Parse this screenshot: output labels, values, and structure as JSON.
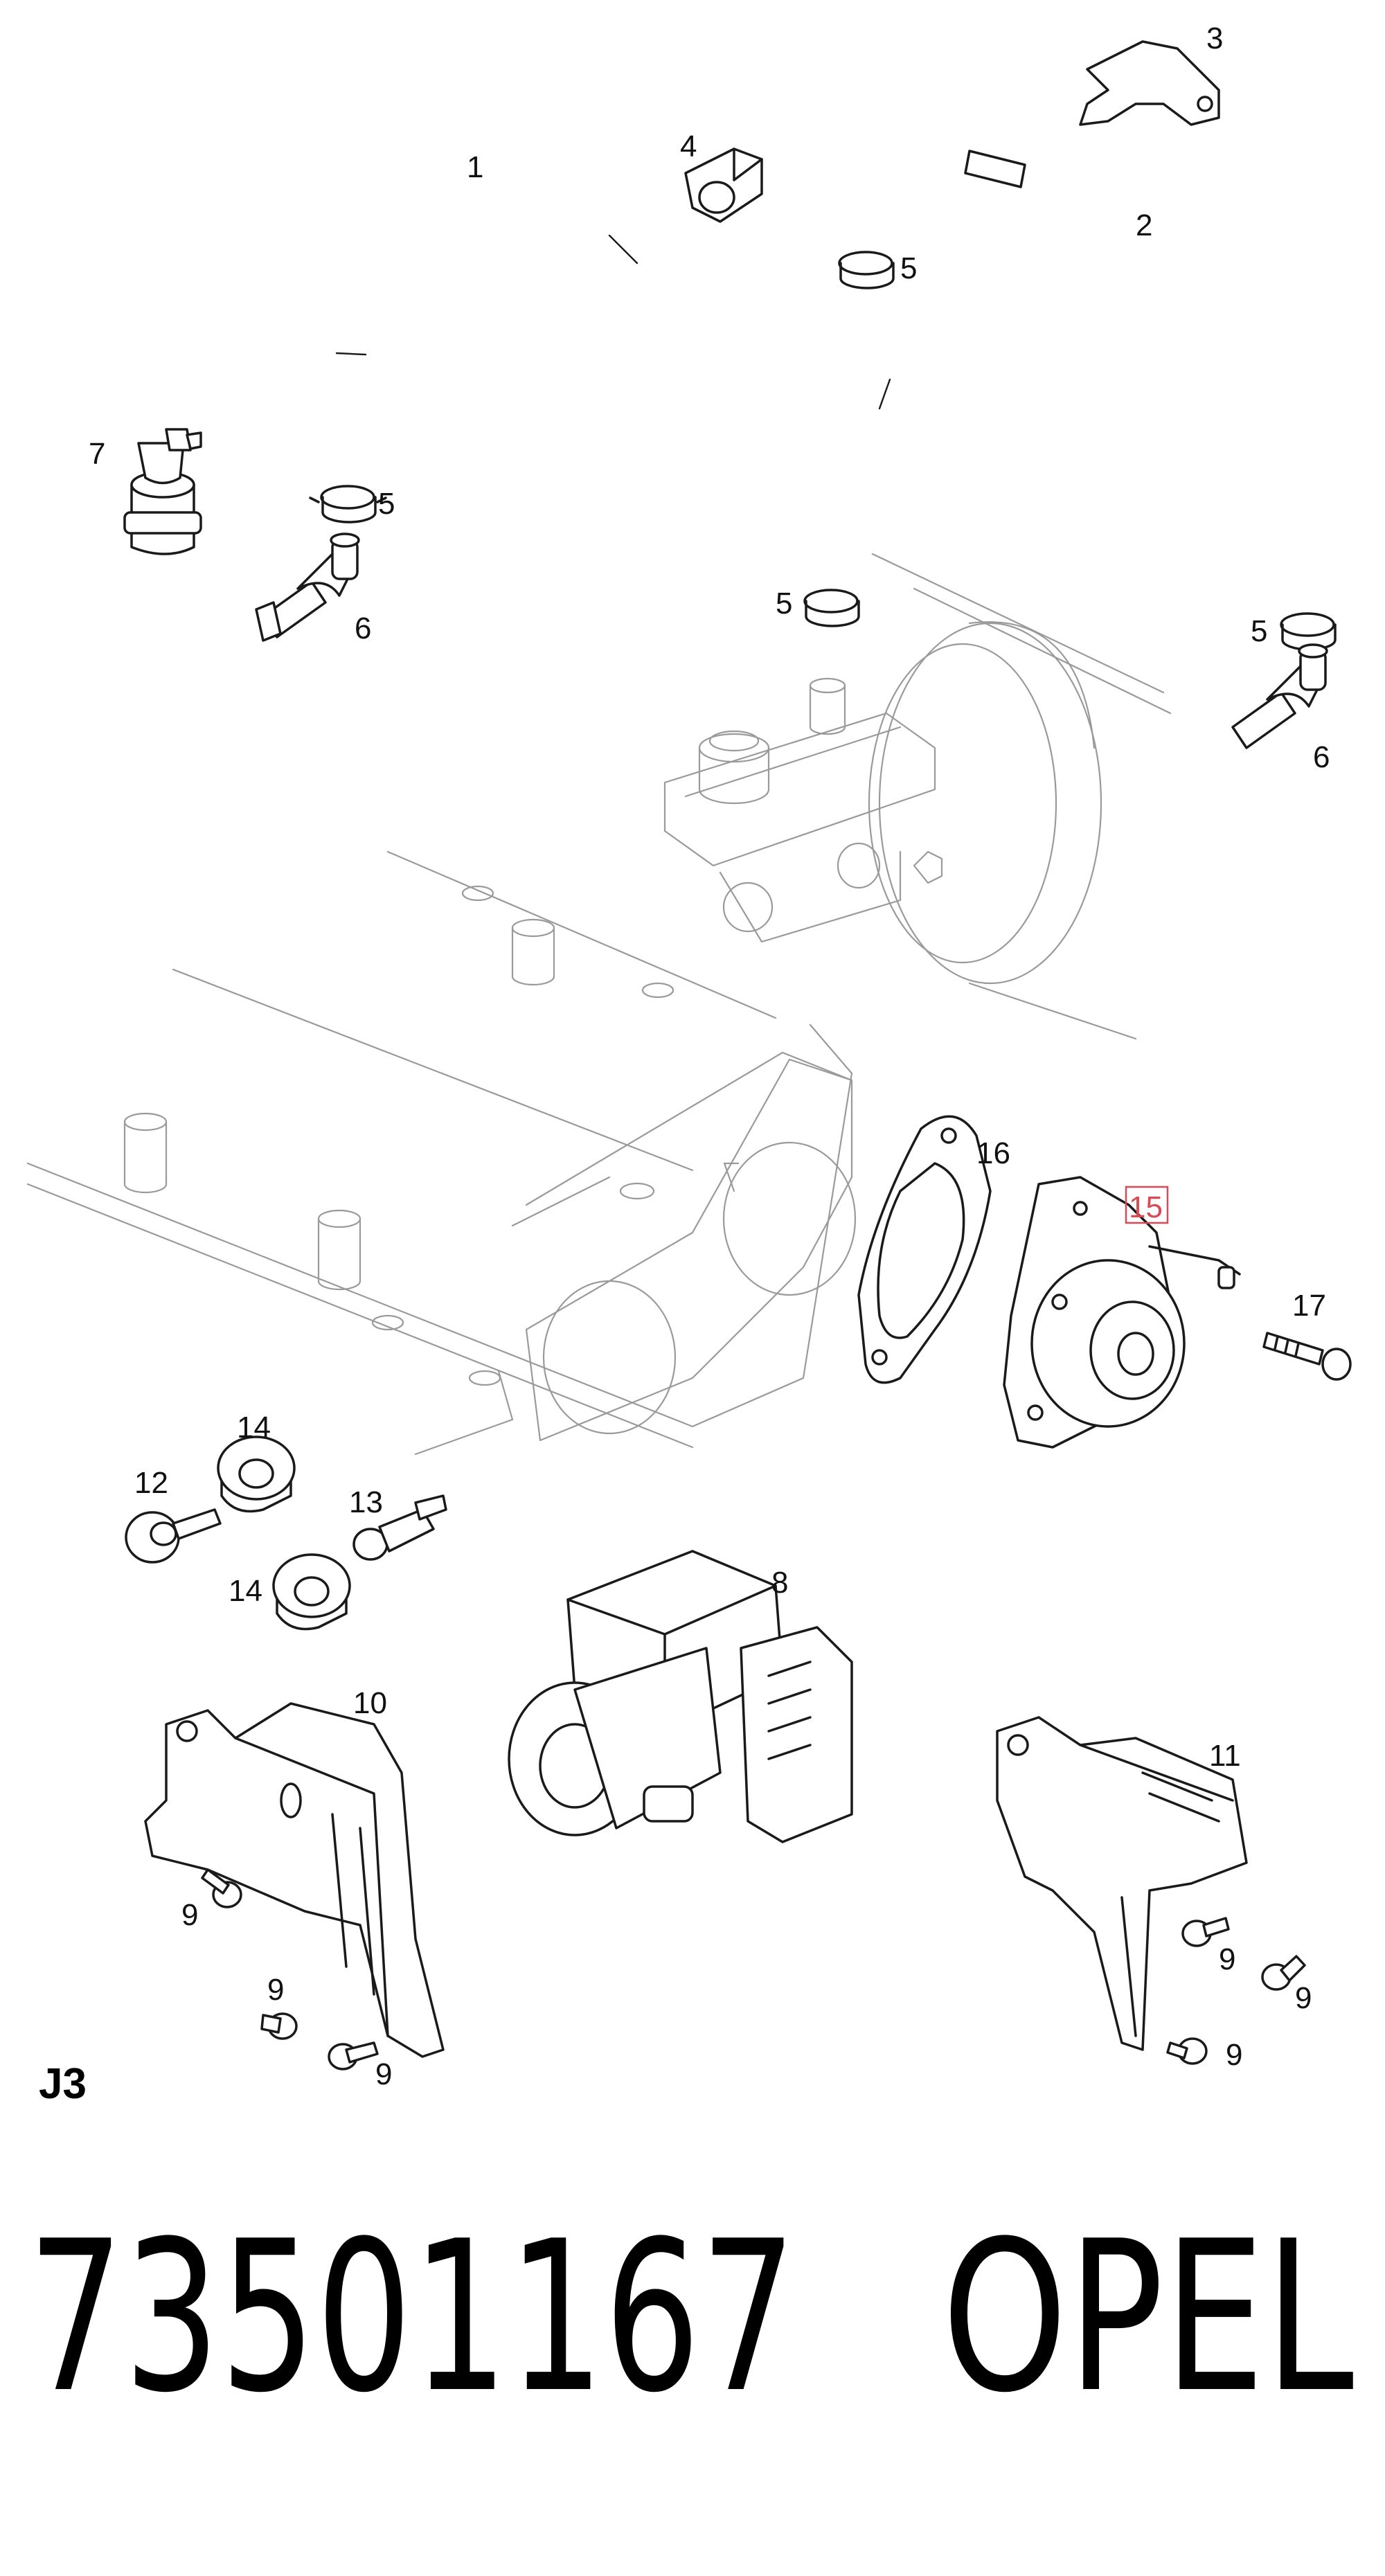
{
  "diagram": {
    "callouts": {
      "c1": "1",
      "c2": "2",
      "c3": "3",
      "c4": "4",
      "c5a": "5",
      "c5b": "5",
      "c5c": "5",
      "c5d": "5",
      "c6a": "6",
      "c6b": "6",
      "c7": "7",
      "c8": "8",
      "c9a": "9",
      "c9b": "9",
      "c9c": "9",
      "c9d": "9",
      "c9e": "9",
      "c9f": "9",
      "c10": "10",
      "c11": "11",
      "c12": "12",
      "c13": "13",
      "c14a": "14",
      "c14b": "14",
      "c15": "15",
      "c16": "16",
      "c17": "17"
    },
    "highlighted_part": "15",
    "highlight_color": "#d84b55",
    "sheet_code": "J3"
  },
  "footer": {
    "part_number": "73501167",
    "brand": "OPEL"
  }
}
